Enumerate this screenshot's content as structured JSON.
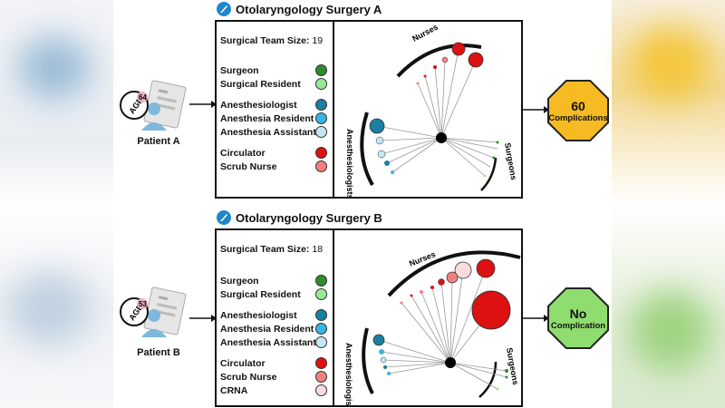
{
  "colors": {
    "surgeon": "#2e8b2e",
    "surgical_resident": "#98e898",
    "anesthesiologist": "#1a7fa0",
    "anesthesia_resident": "#3ab4e0",
    "anesthesia_assistant": "#c3e6f2",
    "circulator": "#dd1111",
    "scrub_nurse": "#f08080",
    "crna": "#fadadd",
    "complications_fill": "#f6bb22",
    "no_complication_fill": "#8fdc6f"
  },
  "panel_a": {
    "title": "Otolaryngology Surgery A",
    "team_size_label": "Surgical Team Size:",
    "team_size": "19",
    "roles": [
      "Surgeon",
      "Surgical Resident",
      "Anesthesiologist",
      "Anesthesia Resident",
      "Anesthesia Assistant",
      "Circulator",
      "Scrub Nurse"
    ],
    "patient_label": "Patient A",
    "age_label": "AGE",
    "age": "64",
    "outcome_line1": "60",
    "outcome_line2": "Complications",
    "nurses_label": "Nurses",
    "anesthesiologists_label": "Anesthesiologists",
    "surgeons_label": "Surgeons"
  },
  "panel_b": {
    "title": "Otolaryngology Surgery B",
    "team_size_label": "Surgical Team Size:",
    "team_size": "18",
    "roles": [
      "Surgeon",
      "Surgical Resident",
      "Anesthesiologist",
      "Anesthesia Resident",
      "Anesthesia Assistant",
      "Circulator",
      "Scrub Nurse",
      "CRNA"
    ],
    "patient_label": "Patient B",
    "age_label": "AGE",
    "age": "53",
    "outcome_line1": "No",
    "outcome_line2": "Complication",
    "nurses_label": "Nurses",
    "anesthesiologists_label": "Anesthesiologists",
    "surgeons_label": "Surgeons"
  }
}
